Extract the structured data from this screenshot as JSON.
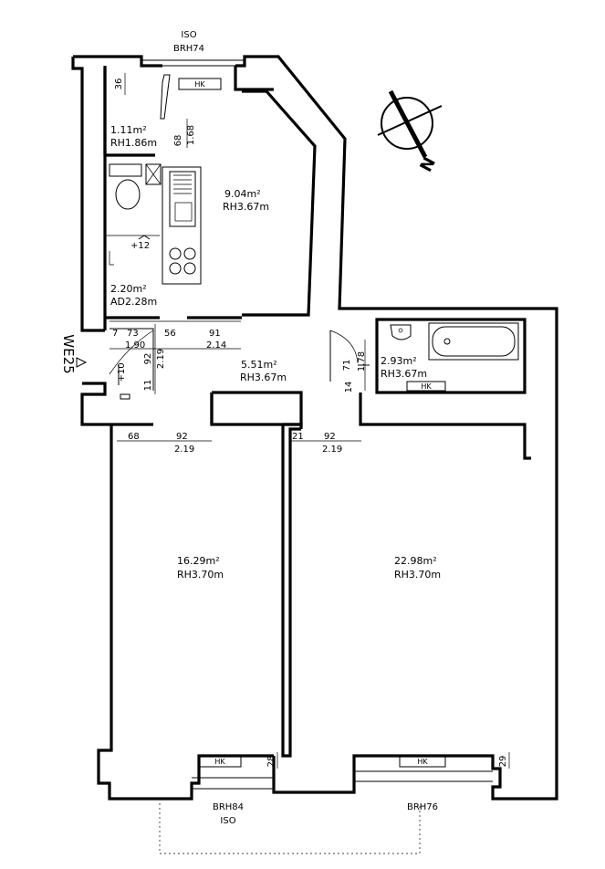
{
  "labels": {
    "top_window_type": "ISO",
    "top_window_height": "BRH74",
    "bottom_left_window_height": "BRH84",
    "bottom_left_window_type": "ISO",
    "bottom_right_window_height": "BRH76",
    "unit_id": "WE25",
    "north": "N"
  },
  "rooms": [
    {
      "id": "wc",
      "area": "1.11m²",
      "height": "RH1.86m"
    },
    {
      "id": "kitchen",
      "area": "9.04m²",
      "height": "RH3.67m"
    },
    {
      "id": "storage",
      "area": "2.20m²",
      "height": "AD2.28m"
    },
    {
      "id": "hall",
      "area": "5.51m²",
      "height": "RH3.67m"
    },
    {
      "id": "bath",
      "area": "2.93m²",
      "height": "RH3.67m"
    },
    {
      "id": "room_left",
      "area": "16.29m²",
      "height": "RH3.70m"
    },
    {
      "id": "room_right",
      "area": "22.98m²",
      "height": "RH3.70m"
    }
  ],
  "heaters": [
    "HK",
    "HK",
    "HK",
    "HK"
  ],
  "dimensions": {
    "d36": "36",
    "d68_top": "68",
    "d168": "1.68",
    "d12": "+12",
    "d7": "7",
    "d73": "73",
    "d56": "56",
    "d91": "91",
    "d190": "1.90",
    "d214": "2.14",
    "d92_hall": "92",
    "d219_hall": "2.19",
    "d10": "+10",
    "d11": "11",
    "d71": "71",
    "d178": "1.78",
    "d14": "14",
    "d68_left": "68",
    "d92_left": "92",
    "d219_left": "2.19",
    "d21": "21",
    "d92_right": "92",
    "d219_right": "2.19",
    "d28": "28",
    "d29": "29"
  }
}
